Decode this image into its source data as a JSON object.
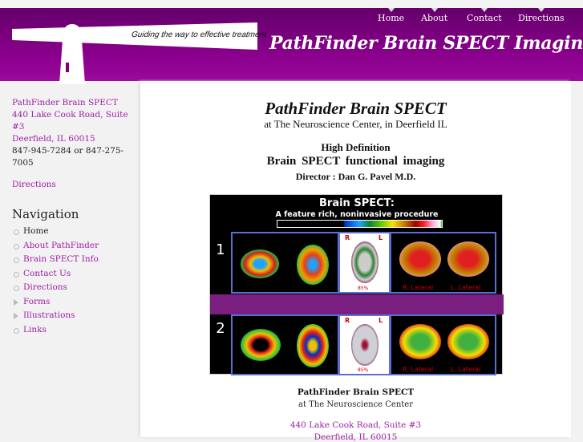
{
  "header": {
    "tagline": "Guiding the way to effective treatment",
    "site_title": "PathFinder Brain SPECT Imaging",
    "nav": [
      "Home",
      "About",
      "Contact",
      "Directions"
    ]
  },
  "sidebar": {
    "name": "PathFinder Brain SPECT",
    "address1": "440 Lake Cook Road, Suite #3",
    "address2": "Deerfield, IL 60015",
    "phone": "847-945-7284 or 847-275-7005",
    "directions": "Directions",
    "nav_title": "Navigation",
    "nav": [
      "Home",
      "About PathFinder",
      "Brain SPECT Info",
      "Contact Us",
      "Directions",
      "Forms",
      "Illustrations",
      "Links"
    ]
  },
  "main": {
    "title": "PathFinder Brain SPECT",
    "subtitle": "at The Neuroscience Center, in Deerfield IL",
    "hd": "High Definition",
    "functional": "Brain  SPECT  functional imaging",
    "director": "Director : Dan G. Pavel M.D.",
    "image": {
      "title": "Brain SPECT:",
      "subtitle": "A feature rich, noninvasive procedure",
      "row1": "1",
      "row2": "2",
      "r": "R",
      "l": "L",
      "pct": "85%",
      "r_lateral": "R. Lateral",
      "l_lateral": "L. Lateral"
    },
    "caption_name": "PathFinder Brain SPECT",
    "caption_center": "at The Neuroscience Center",
    "caption_address1": "440 Lake Cook Road, Suite #3",
    "caption_address2": "Deerfield, IL 60015"
  },
  "colors": {
    "brand": "#8a008c",
    "link": "#a020a8"
  }
}
